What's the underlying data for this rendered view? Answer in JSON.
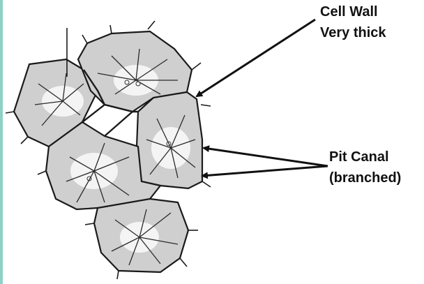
{
  "labels": {
    "cell_wall": {
      "line1": "Cell Wall",
      "line2": "Very thick"
    },
    "pit_canal": {
      "line1": "Pit Canal",
      "line2": "(branched)"
    }
  },
  "colors": {
    "cell_fill": "#cfcfcf",
    "outline": "#1a1a1a",
    "lumen": "#f4f4f4",
    "accent_strip": "#8fd1c7"
  }
}
